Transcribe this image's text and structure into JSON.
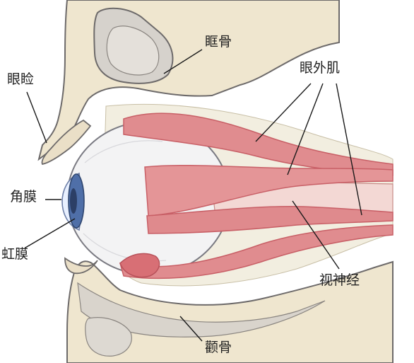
{
  "labels": {
    "orbit_bone": "眶骨",
    "eyelid": "眼睑",
    "extraocular_muscles": "眼外肌",
    "cornea": "角膜",
    "iris": "虹膜",
    "optic_nerve": "视神经",
    "cheekbone": "颧骨"
  },
  "colors": {
    "bone": "#efe6cf",
    "bone_outline": "#6d6a6a",
    "muscle": "#e08c8f",
    "muscle_dark": "#c85f66",
    "nerve": "#f3d8d4",
    "eyeball": "#f3f3f4",
    "iris": "#4f6fa8",
    "fat": "#f2eee0",
    "leader_line": "#1a1a1a"
  }
}
